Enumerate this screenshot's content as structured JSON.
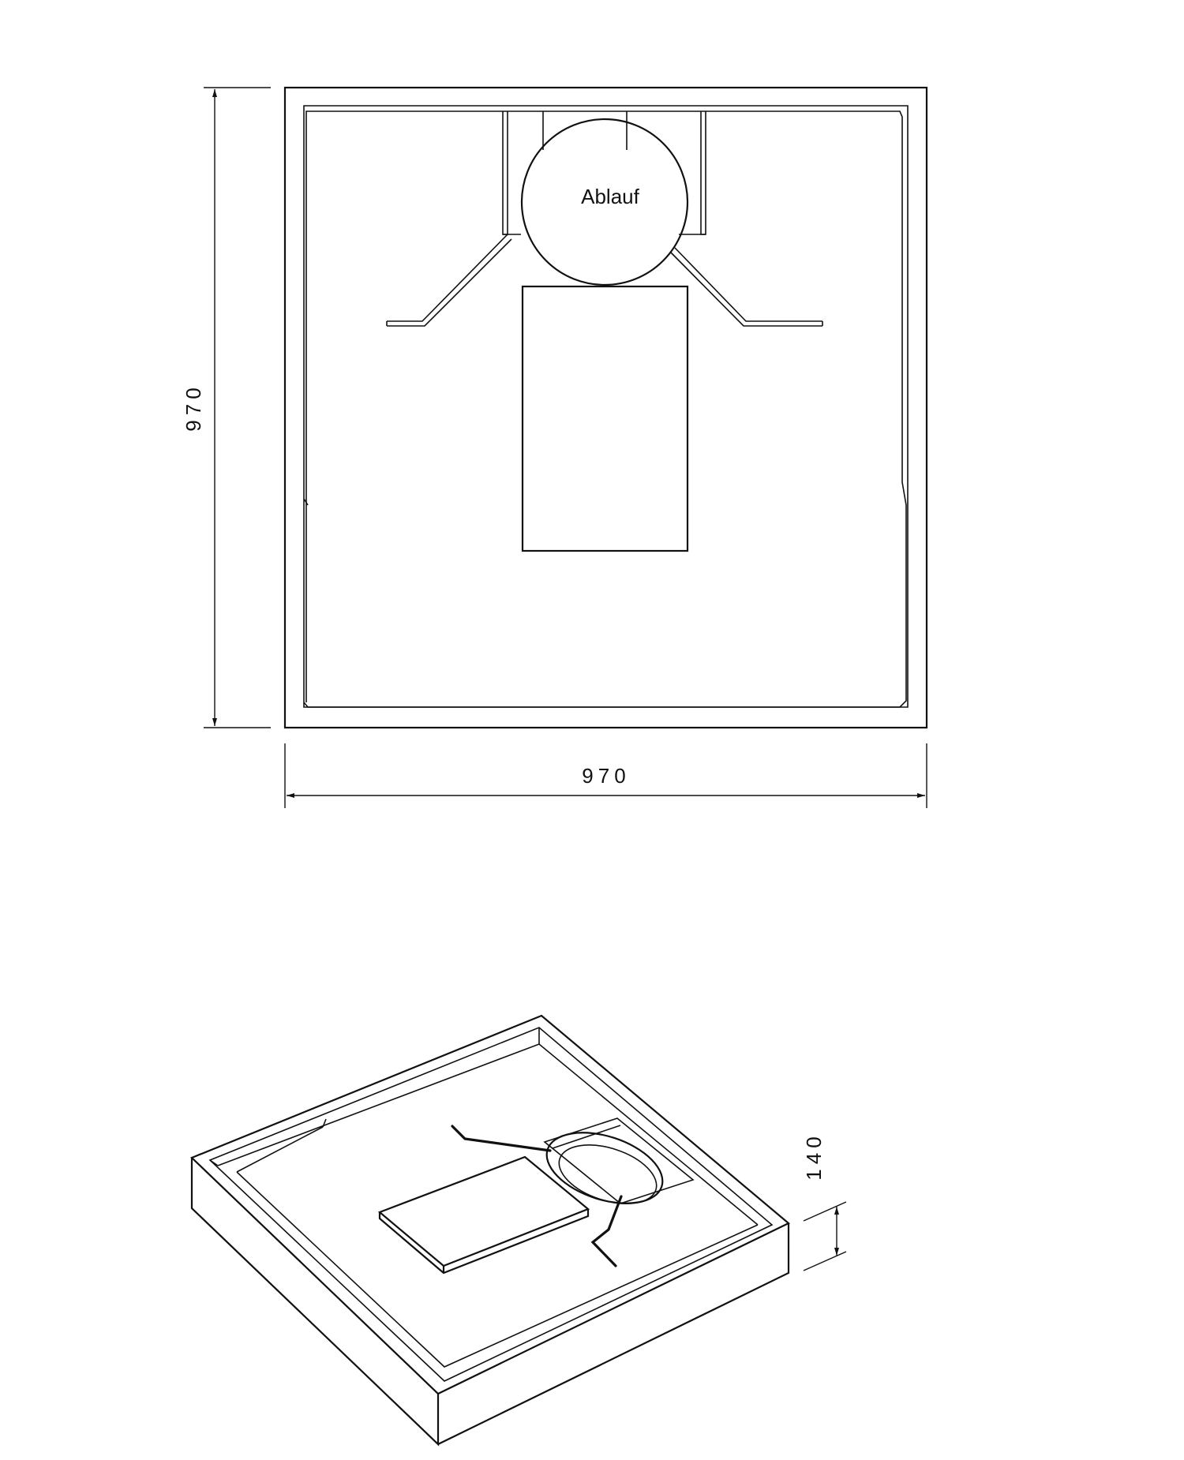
{
  "plan_view": {
    "drain_label": "Ablauf",
    "width_dimension": "970",
    "depth_dimension": "970"
  },
  "iso_view": {
    "height_dimension": "140"
  }
}
